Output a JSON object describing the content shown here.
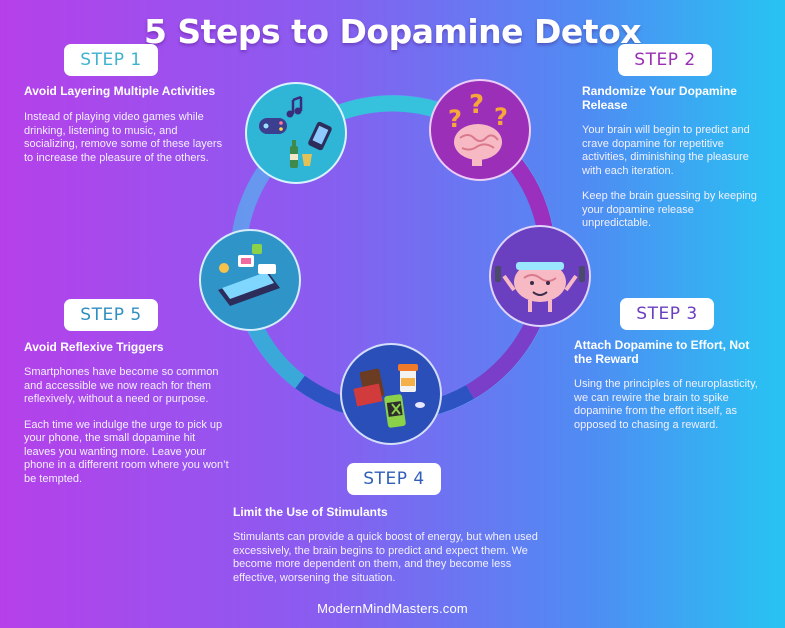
{
  "title": "5 Steps to Dopamine Detox",
  "footer": "ModernMindMasters.com",
  "colors": {
    "step1": "#2fb6d6",
    "step2": "#9b2fb8",
    "step3": "#6a3fc0",
    "step4": "#2a4fb8",
    "step5": "#2f94c8"
  },
  "steps": [
    {
      "badge": "STEP 1",
      "heading": "Avoid Layering Multiple Activities",
      "paragraphs": [
        "Instead of playing video games while drinking, listening to music, and socializing, remove some of these layers to increase the pleasure of the others."
      ],
      "icon": "gamepad-music-phone-drinks-icon"
    },
    {
      "badge": "STEP 2",
      "heading": "Randomize Your Dopamine Release",
      "paragraphs": [
        "Your brain will begin to predict and crave dopamine for repetitive activities, diminishing the pleasure with each iteration.",
        "Keep the brain guessing by keeping your dopamine release unpredictable."
      ],
      "icon": "brain-question-marks-icon"
    },
    {
      "badge": "STEP 3",
      "heading": "Attach Dopamine to Effort, Not the Reward",
      "paragraphs": [
        "Using the principles of neuroplasticity, we can rewire the brain to spike dopamine from the effort itself, as opposed to chasing a reward."
      ],
      "icon": "brain-lifting-weights-icon"
    },
    {
      "badge": "STEP 4",
      "heading": "Limit the Use of Stimulants",
      "paragraphs": [
        "Stimulants can provide a quick boost of energy, but when used excessively, the brain begins to predict and expect them. We become more dependent on them, and they become less effective, worsening the situation."
      ],
      "icon": "chocolate-pills-energy-drink-icon"
    },
    {
      "badge": "STEP 5",
      "heading": "Avoid Reflexive Triggers",
      "paragraphs": [
        "Smartphones have become so common and accessible we now reach for them reflexively, without a need or purpose.",
        "Each time we indulge the urge to pick up your phone, the small dopamine hit leaves you wanting more. Leave your phone in a different room where you won’t be tempted."
      ],
      "icon": "smartphone-notifications-icon"
    }
  ]
}
